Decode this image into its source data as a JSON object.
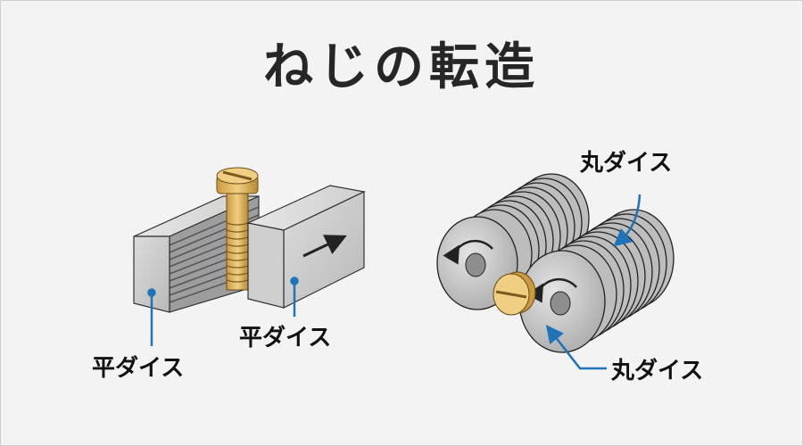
{
  "title": "ねじの転造",
  "flat_dies": {
    "label_left": "平ダイス",
    "label_right": "平ダイス",
    "motion_arrow": "arrow-right-icon"
  },
  "round_dies": {
    "label_top": "丸ダイス",
    "label_bottom": "丸ダイス",
    "rotation_arrows": [
      "counterclockwise-arrow-icon",
      "counterclockwise-arrow-icon"
    ]
  },
  "colors": {
    "background": "#f3f3f3",
    "leader_line": "#1f73b7",
    "die_gray": "#c8c8c8",
    "screw_brass": "#e2bd6a",
    "text": "#262626"
  }
}
